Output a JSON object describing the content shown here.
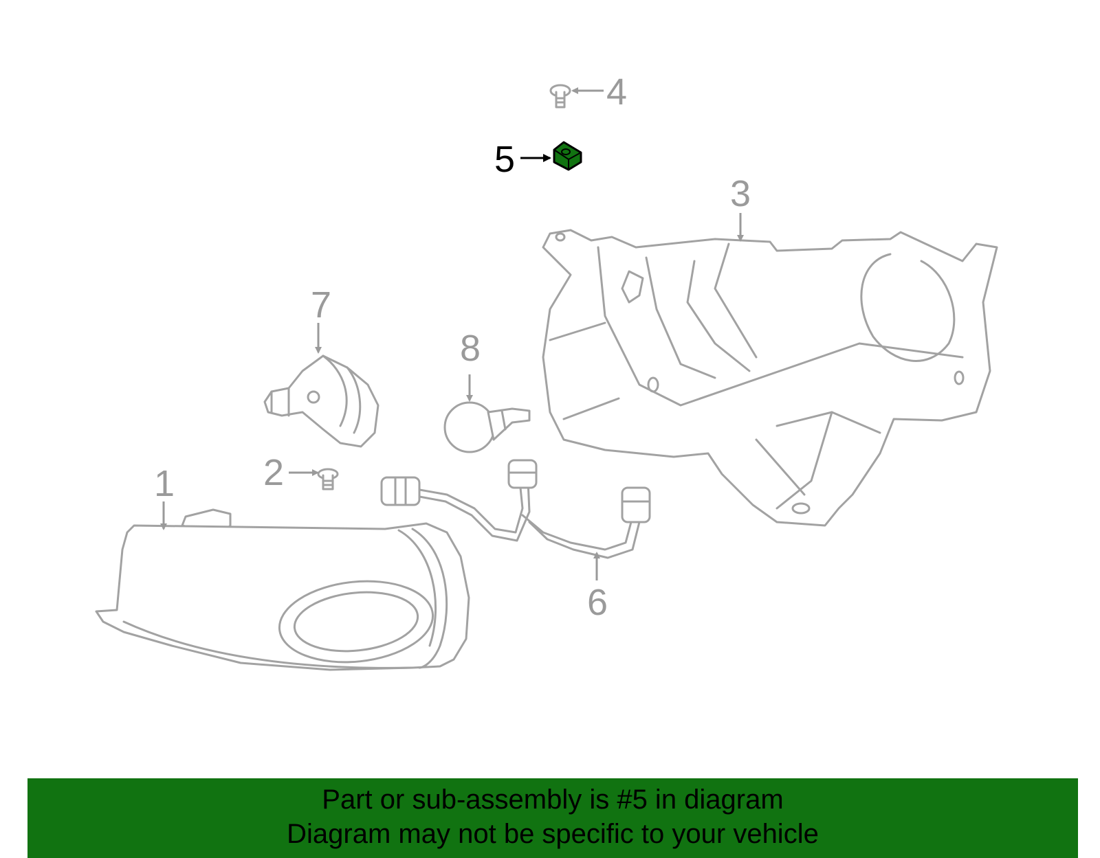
{
  "callouts": {
    "c1": "1",
    "c2": "2",
    "c3": "3",
    "c4": "4",
    "c5": "5",
    "c6": "6",
    "c7": "7",
    "c8": "8"
  },
  "highlighted_part": "5",
  "colors": {
    "banner_bg": "#117311",
    "highlight_part": "#117311",
    "line_gray": "#a2a2a2"
  },
  "banner": {
    "line1": "Part or sub-assembly is #5 in diagram",
    "line2": "Diagram may not be specific to your vehicle"
  }
}
